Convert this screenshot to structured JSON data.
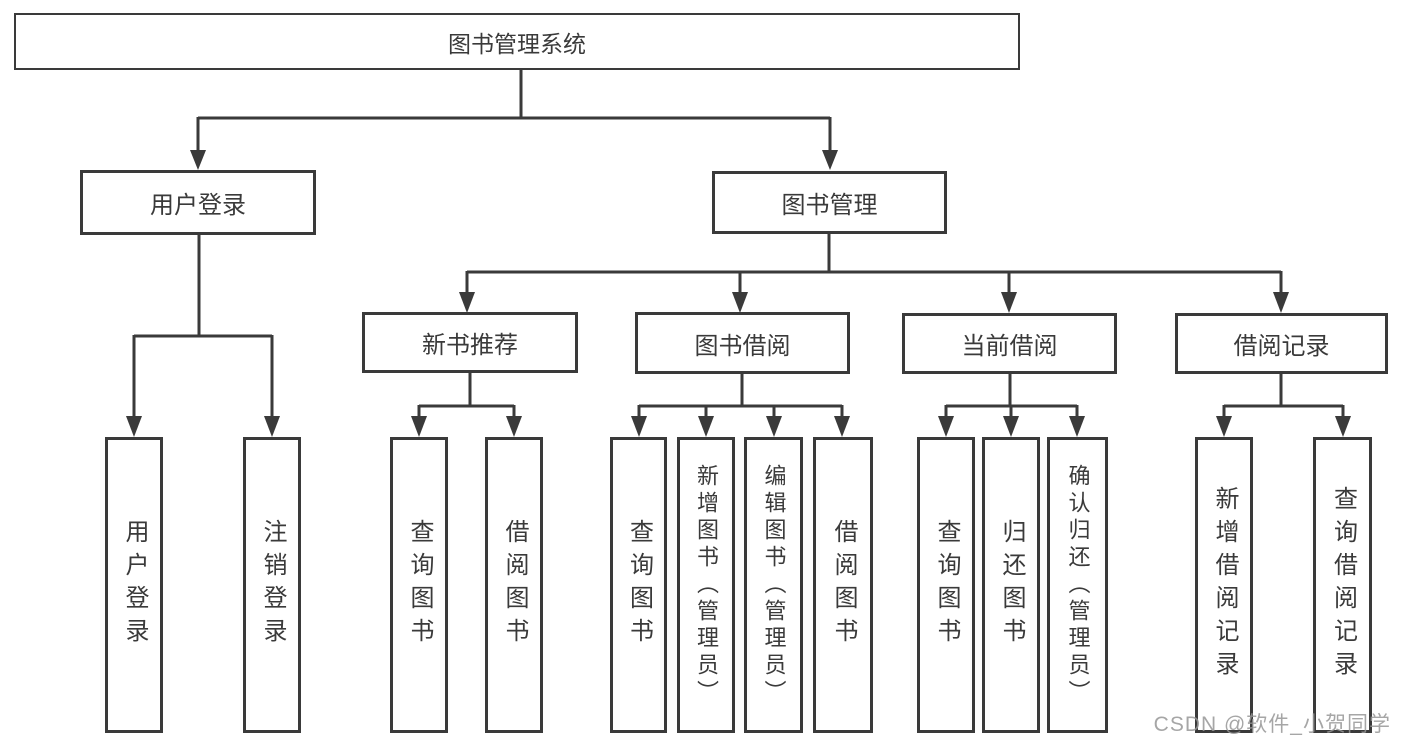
{
  "colors": {
    "background": "#ffffff",
    "line": "#3a3a3a",
    "border": "#3a3a3a",
    "text": "#3a3a3a",
    "watermark": "#969696"
  },
  "diagram": {
    "root": {
      "label": "图书管理系统"
    },
    "level1": [
      {
        "label": "用户登录"
      },
      {
        "label": "图书管理"
      }
    ],
    "level2": [
      {
        "label": "新书推荐"
      },
      {
        "label": "图书借阅"
      },
      {
        "label": "当前借阅"
      },
      {
        "label": "借阅记录"
      }
    ],
    "leaves": {
      "user_login": [
        {
          "label": "用户登录"
        },
        {
          "label": "注销登录"
        }
      ],
      "new_book": [
        {
          "label": "查询图书"
        },
        {
          "label": "借阅图书"
        }
      ],
      "book_borrow": [
        {
          "label": "查询图书"
        },
        {
          "label": "新增图书（管理员）"
        },
        {
          "label": "编辑图书（管理员）"
        },
        {
          "label": "借阅图书"
        }
      ],
      "current_borrow": [
        {
          "label": "查询图书"
        },
        {
          "label": "归还图书"
        },
        {
          "label": "确认归还（管理员）"
        }
      ],
      "borrow_record": [
        {
          "label": "新增借阅记录"
        },
        {
          "label": "查询借阅记录"
        }
      ]
    }
  },
  "watermark": {
    "text": "CSDN @软件_小贺同学"
  }
}
